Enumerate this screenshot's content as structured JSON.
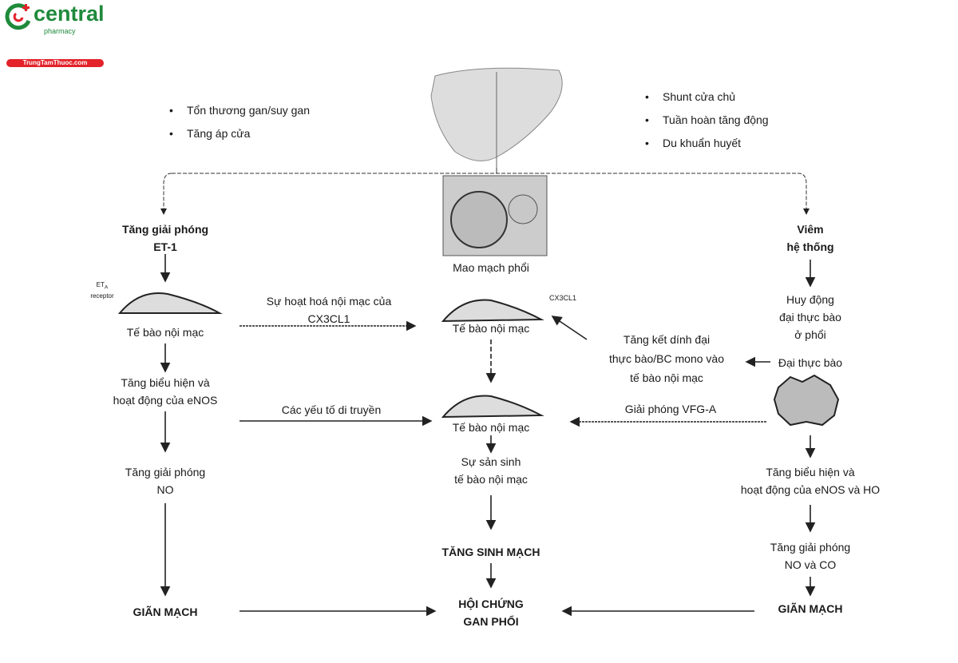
{
  "logo": {
    "name": "central",
    "sub": "pharmacy",
    "site": "TrungTamThuoc.com"
  },
  "causes_left": [
    "Tổn thương gan/suy gan",
    "Tăng áp cửa"
  ],
  "causes_right": [
    "Shunt cửa chủ",
    "Tuần hoàn tăng động",
    "Du khuẩn huyết"
  ],
  "left": {
    "top": [
      "Tăng giải phóng",
      "ET-1"
    ],
    "receptor": [
      "ET",
      "A",
      "receptor"
    ],
    "cell": "Tế bào nội mạc",
    "enos": [
      "Tăng biểu hiện và",
      "hoạt động của eNOS"
    ],
    "no": [
      "Tăng giải phóng",
      "NO"
    ],
    "end": "GIÃN MẠCH"
  },
  "center": {
    "capillary": "Mao mạch phổi",
    "cx3cl1": "CX3CL1",
    "cell1": "Tế bào nội mạc",
    "cell2": "Tế bào nội mạc",
    "prolif": [
      "Sự sản sinh",
      "tế bào nội mạc"
    ],
    "angio": "TĂNG SINH MẠCH",
    "end": [
      "HỘI CHỨNG",
      "GAN PHỔI"
    ]
  },
  "right": {
    "top": [
      "Viêm",
      "hệ thống"
    ],
    "recruit": [
      "Huy động",
      "đại thực bào",
      "ở phổi"
    ],
    "macro": "Đại thực bào",
    "enos": [
      "Tăng biểu hiện và",
      "hoạt động của eNOS và HO"
    ],
    "noco": [
      "Tăng giải phóng",
      "NO và CO"
    ],
    "end": "GIÃN MẠCH"
  },
  "links": {
    "activation": [
      "Sự hoạt hoá nội mạc của",
      "CX3CL1"
    ],
    "adhesion": [
      "Tăng kết dính đại",
      "thực bào/BC mono vào",
      "tế bào nội mạc"
    ],
    "genetic": "Các yếu tố di truyền",
    "vegf": "Giải phóng VFG-A"
  }
}
